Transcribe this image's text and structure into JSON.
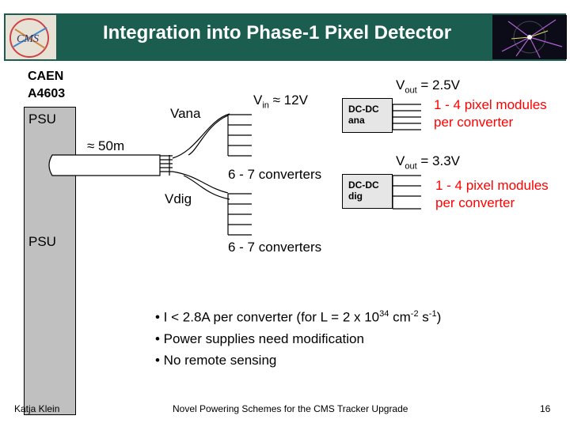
{
  "header": {
    "title": "Integration into Phase-1 Pixel Detector"
  },
  "psu": {
    "caen_line1": "CAEN",
    "caen_line2": "A4603",
    "psu_top": "PSU",
    "psu_bottom": "PSU"
  },
  "diagram": {
    "vana": "Vana",
    "vin_prefix": "V",
    "vin_sub": "in",
    "vin_value": " ≈ 12V",
    "distance": "≈ 50m",
    "converters_mid": "6 - 7 converters",
    "vdig": "Vdig",
    "converters_bottom": "6 - 7 converters",
    "dcdc_ana_line1": "DC-DC",
    "dcdc_ana_line2": "ana",
    "dcdc_dig_line1": "DC-DC",
    "dcdc_dig_line2": "dig",
    "vout_prefix": "V",
    "vout_sub": "out",
    "vout_ana_value": " = 2.5V",
    "vout_dig_value": " = 3.3V",
    "modules_ana_line1": "1 - 4 pixel modules",
    "modules_ana_line2": "per converter",
    "modules_dig_line1": "1 - 4 pixel modules",
    "modules_dig_line2": "per converter"
  },
  "bullets": {
    "b1_pre": "• I < 2.8A per converter (for L = 2 x 10",
    "b1_sup1": "34",
    "b1_mid1": " cm",
    "b1_sup2": "-2",
    "b1_mid2": " s",
    "b1_sup3": "-1",
    "b1_post": ")",
    "b2": "• Power supplies need modification",
    "b3": "• No remote sensing"
  },
  "footer": {
    "author": "Katja Klein",
    "talk": "Novel Powering Schemes for the CMS Tracker Upgrade",
    "page": "16"
  },
  "colors": {
    "title_bar": "#1b5e50",
    "accent_red": "#ff0000",
    "psu_gray": "#c0c0c0"
  }
}
